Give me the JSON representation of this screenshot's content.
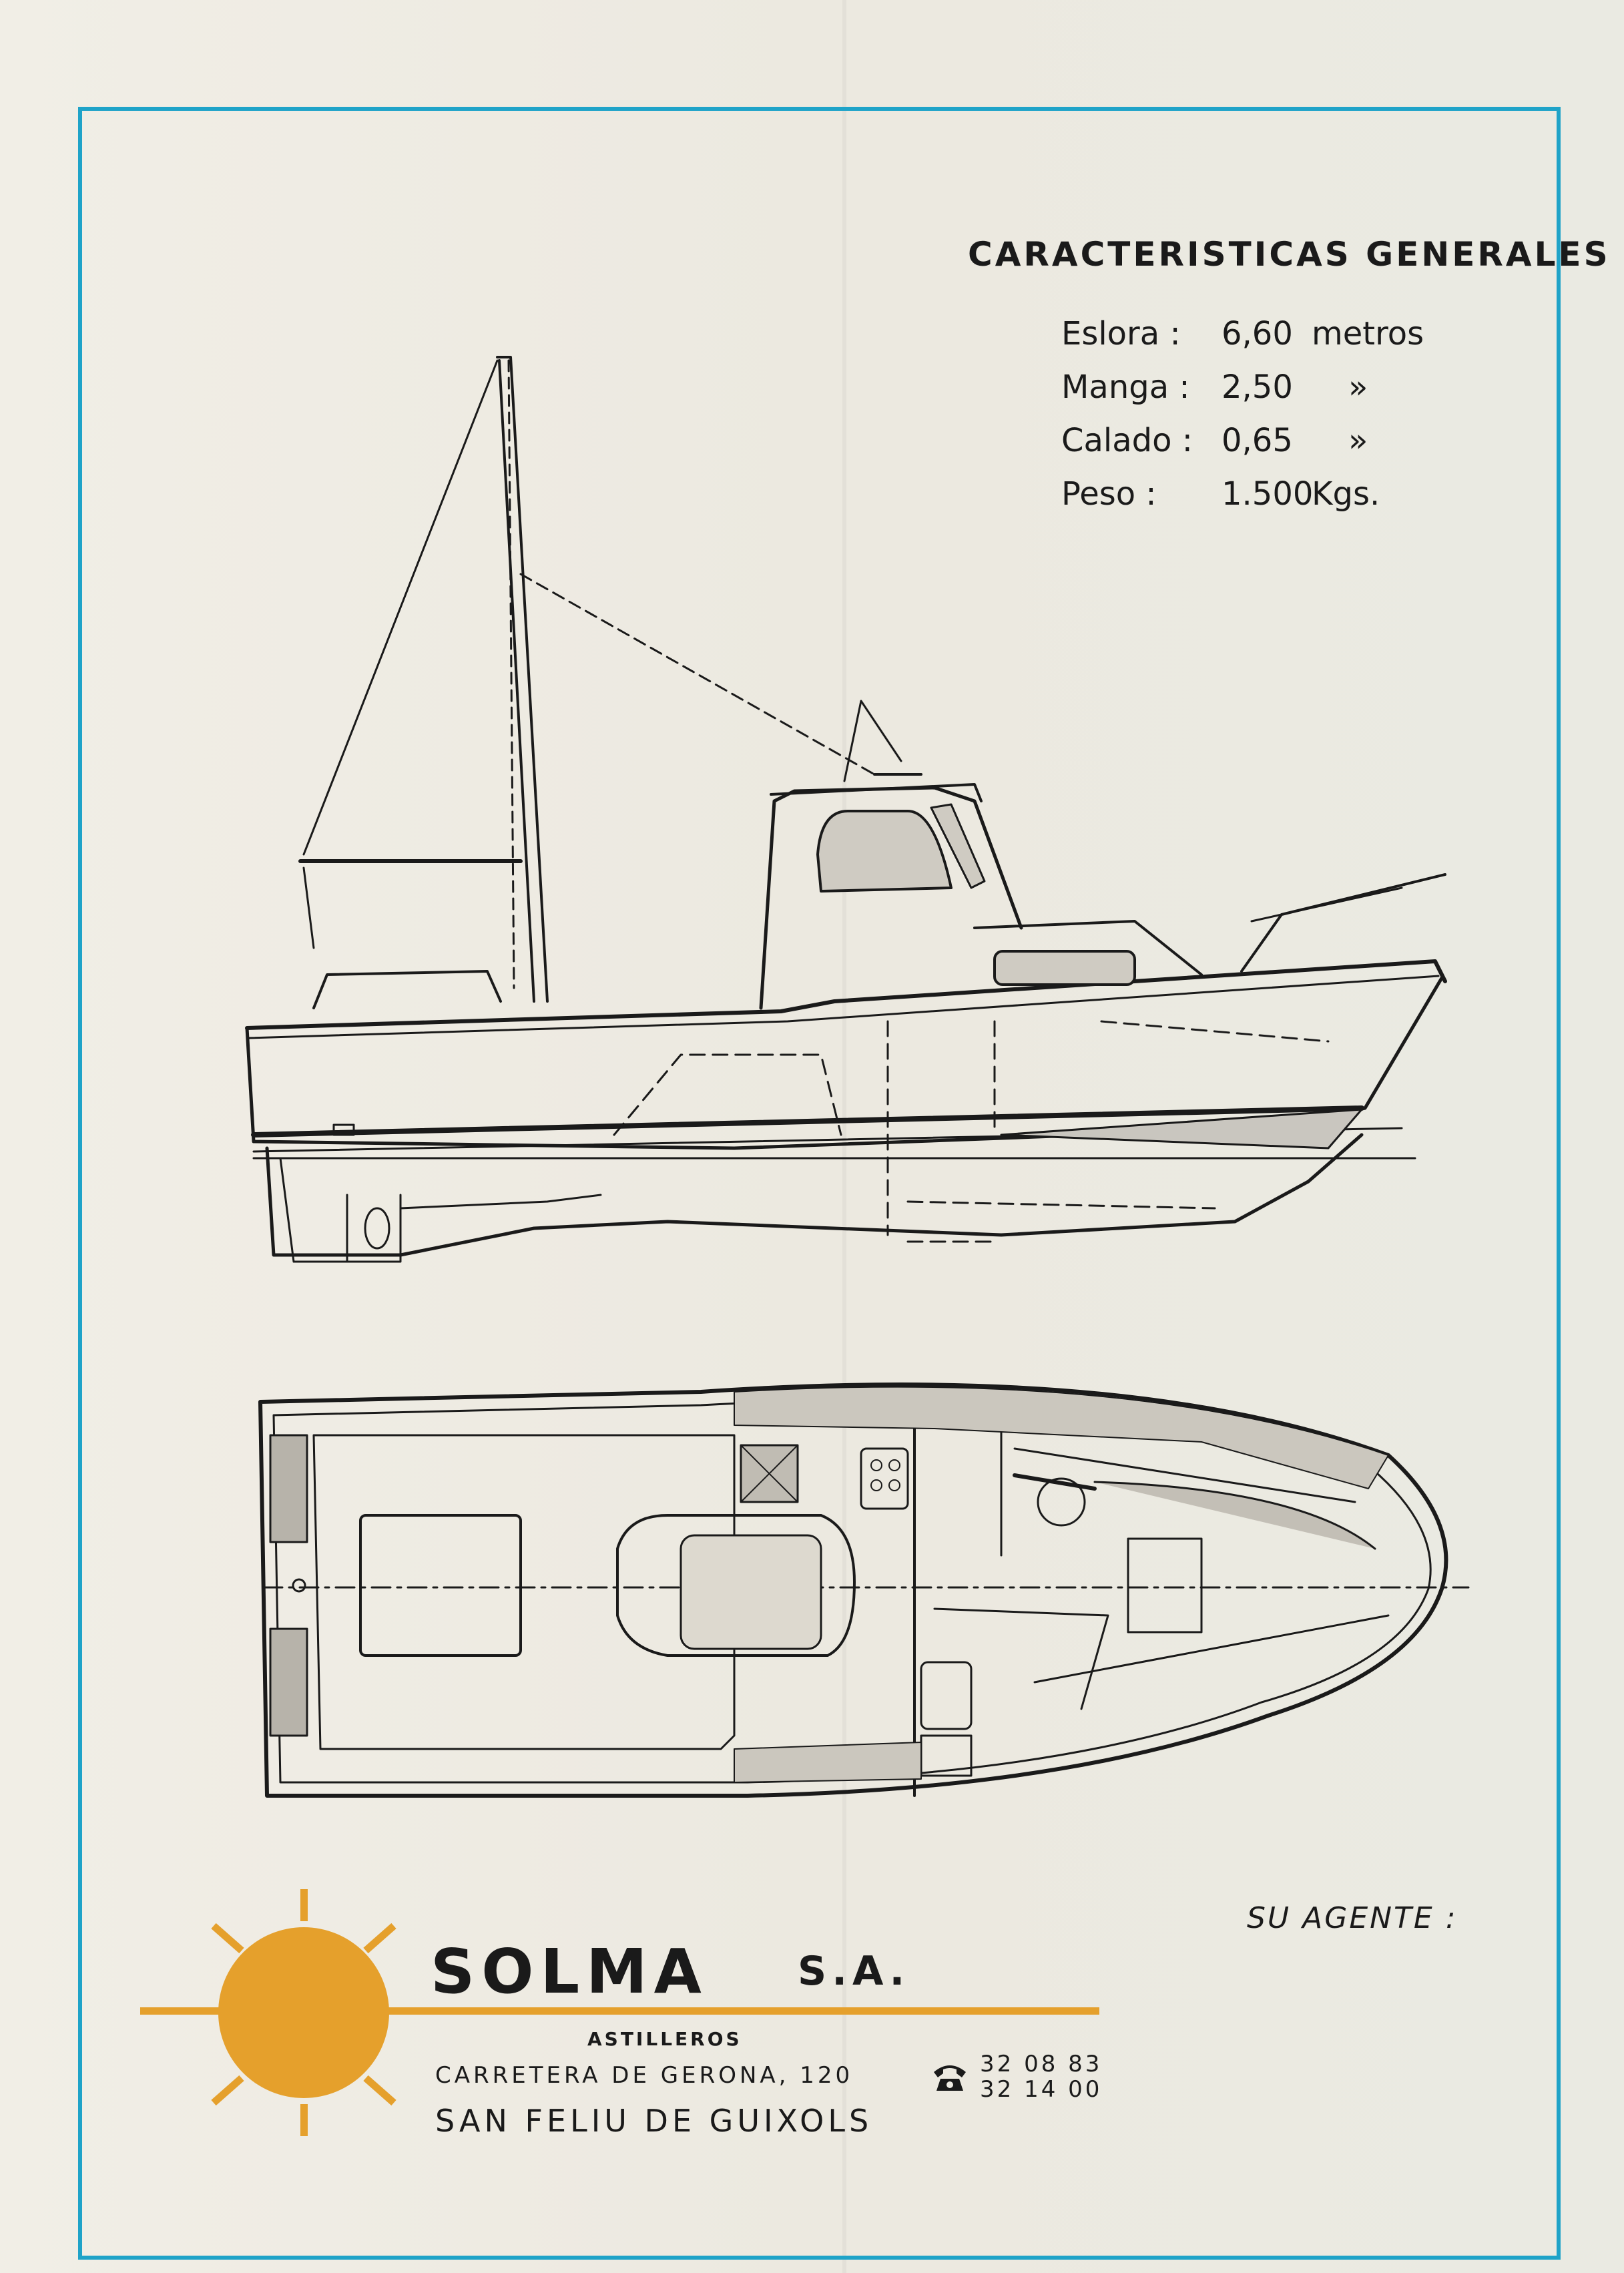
{
  "specs": {
    "title": "CARACTERISTICAS GENERALES",
    "rows": [
      {
        "label": "Eslora :",
        "value": "6,60",
        "unit": "metros"
      },
      {
        "label": "Manga :",
        "value": "2,50",
        "unit": "»"
      },
      {
        "label": "Calado :",
        "value": "0,65",
        "unit": "»"
      },
      {
        "label": "Peso :",
        "value": "1.500",
        "unit": "Kgs."
      }
    ]
  },
  "agent": {
    "label": "SU AGENTE :"
  },
  "company": {
    "name": "SOLMA",
    "suffix": "S.A.",
    "subtitle": "ASTILLEROS",
    "address": "CARRETERA DE GERONA, 120",
    "city": "SAN FELIU DE GUIXOLS",
    "phones": [
      "32 08 83",
      "32 14 00"
    ]
  },
  "colors": {
    "frame": "#1fa3c8",
    "sun": "#e5a02c",
    "ink": "#1a1a1a"
  }
}
